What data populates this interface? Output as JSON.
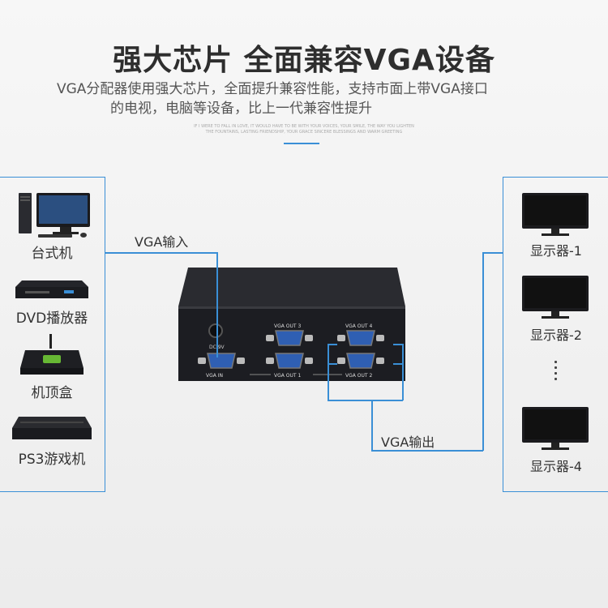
{
  "heading": {
    "title": "强大芯片 全面兼容VGA设备",
    "subtitle_line1": "VGA分配器使用强大芯片，全面提升兼容性能，支持市面上带VGA接口",
    "subtitle_line2": "的电视，电脑等设备，比上一代兼容性提升",
    "fine_print_line1": "IF I WERE TO FALL IN LOVE, IT WOULD HAVE TO BE WITH YOUR VOICES, YOUR SMILE, THE WAY YOU LIGHTEN",
    "fine_print_line2": "THE FOUNTAINS, LASTING FRIENDSHIP, YOUR GRACE SINCERE BLESSINGS AND WARM GREETING"
  },
  "sources": [
    {
      "label": "台式机",
      "icon": "desktop-computer-icon"
    },
    {
      "label": "DVD播放器",
      "icon": "dvd-player-icon"
    },
    {
      "label": "机顶盒",
      "icon": "set-top-box-icon"
    },
    {
      "label": "PS3游戏机",
      "icon": "game-console-icon"
    }
  ],
  "displays": [
    {
      "label": "显示器-1",
      "icon": "monitor-icon"
    },
    {
      "label": "显示器-2",
      "icon": "monitor-icon"
    },
    {
      "label": "显示器-4",
      "icon": "monitor-icon"
    }
  ],
  "connections": {
    "input_label": "VGA输入",
    "output_label": "VGA输出"
  },
  "splitter": {
    "dc_label": "DC 9V",
    "port_in": "VGA IN",
    "port_out1": "VGA OUT 1",
    "port_out2": "VGA OUT 2",
    "port_out3": "VGA OUT 3",
    "port_out4": "VGA OUT 4"
  },
  "colors": {
    "accent": "#3a8fd6",
    "port_blue": "#2f5fb3",
    "device_body": "#1c1d22"
  }
}
